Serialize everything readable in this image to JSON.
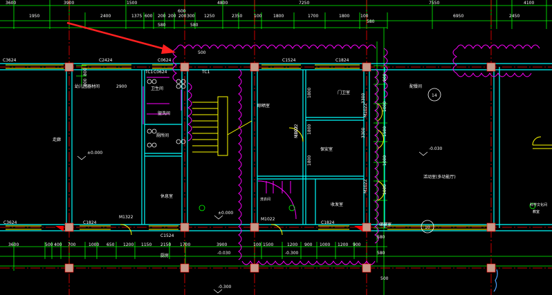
{
  "colors": {
    "background": "#000000",
    "dimension": "#00ff00",
    "axis": "#ff0000",
    "wall": "#00ffff",
    "window": "#ffff00",
    "column": "#c89a8a",
    "revision_cloud": "#ff00ff",
    "text": "#ffffff",
    "arrow": "#ff2020"
  },
  "dims_top": [
    "3600",
    "3900",
    "1500",
    "4800",
    "7250",
    "7550",
    "4100",
    "1950",
    "2400",
    "1375",
    "600",
    "200",
    "200",
    "600",
    "200",
    "300",
    "1250",
    "2350",
    "100",
    "1800",
    "1700",
    "1800",
    "100",
    "6950",
    "2450",
    "580",
    "580",
    "580",
    "500"
  ],
  "dims_bottom": [
    "3600",
    "500",
    "400",
    "700",
    "1000",
    "650",
    "1200",
    "1150",
    "2150",
    "1700",
    "3900",
    "100",
    "1500",
    "1200",
    "900",
    "1000",
    "1200",
    "900",
    "580",
    "580",
    "500"
  ],
  "dims_side": [
    "800",
    "800",
    "900",
    "1800",
    "1800",
    "1800",
    "1022",
    "1500",
    "3300",
    "3300",
    "1000",
    "1000",
    "1000"
  ],
  "window_tags": [
    "C3624",
    "C2424",
    "C0624",
    "C0624",
    "TC1",
    "C1524",
    "C1824",
    "C3624",
    "C1824",
    "M1322",
    "C1524",
    "M1022",
    "C1824",
    "M1022",
    "M1022",
    "M1022",
    "TC1"
  ],
  "room_labels": [
    "幼儿园器材间",
    "2900",
    "卫生间",
    "盥洗间",
    "厕所间",
    "休息室",
    "晾晒室",
    "门卫室",
    "保安室",
    "收发室",
    "洗衣间",
    "厨房",
    "走廊",
    "配餐间",
    "储藏室",
    "活动室(多功能厅)",
    "科学文化间",
    "教室"
  ],
  "levels": [
    "±0.000",
    "±0.000",
    "-0.030",
    "-0.030",
    "-0.300",
    "-0.300"
  ],
  "axis_labels": [
    "14",
    "10"
  ]
}
